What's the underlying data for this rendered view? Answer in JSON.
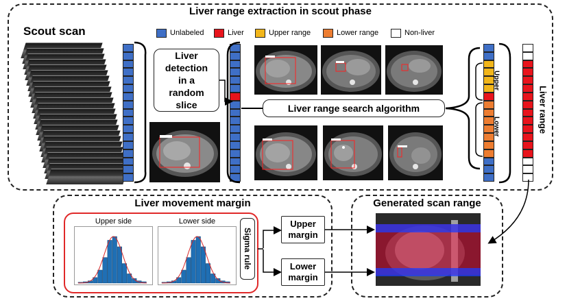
{
  "top_panel": {
    "title": "Liver range extraction in scout phase"
  },
  "scout": {
    "label": "Scout scan"
  },
  "legend": [
    {
      "label": "Unlabeled",
      "color": "#3f6fc6"
    },
    {
      "label": "Liver",
      "color": "#e8141c"
    },
    {
      "label": "Upper range",
      "color": "#f2b61a"
    },
    {
      "label": "Lower range",
      "color": "#ed7d31"
    },
    {
      "label": "Non-liver",
      "color": "#ffffff"
    }
  ],
  "detection_box": {
    "label": "Liver detection in a random slice"
  },
  "search_box": {
    "label": "Liver range search algorithm"
  },
  "range_bar": {
    "upper_label": "Upper",
    "lower_label": "Lower",
    "liver_range_label": "Liver range"
  },
  "movement_panel": {
    "title": "Liver movement margin",
    "upper_side_label": "Upper side",
    "lower_side_label": "Lower side",
    "sigma_label": "Sigma rule"
  },
  "margins": {
    "upper": "Upper margin",
    "lower": "Lower margin"
  },
  "generated_panel": {
    "title": "Generated scan range"
  },
  "colors": {
    "unlabeled": "#3f6fc6",
    "liver": "#e8141c",
    "upper": "#f2b61a",
    "lower": "#ed7d31",
    "histogram_bar": "#1f6fb4",
    "fit_curve": "#d62728"
  }
}
